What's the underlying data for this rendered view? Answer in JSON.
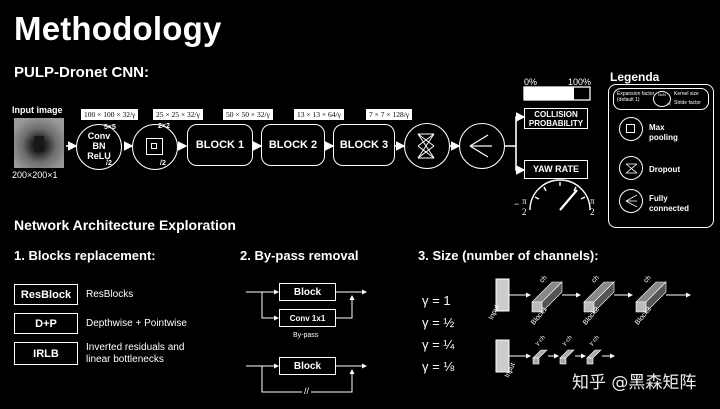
{
  "slide": {
    "title": "Methodology",
    "subtitle": "PULP-Dronet CNN:"
  },
  "pipeline": {
    "input_label": "Input image",
    "input_size": "200×200×1",
    "first_layer": {
      "kernel": "5×5",
      "ops": [
        "Conv",
        "BN",
        "ReLU"
      ],
      "stride": "/2"
    },
    "pool": {
      "kernel": "2×2",
      "stride": "/2"
    },
    "dims": [
      "100 × 100 × 32/γ",
      "25 × 25 × 32/γ",
      "50 × 50 × 32/γ",
      "13 × 13 × 64/γ",
      "7 × 7 × 128/γ"
    ],
    "blocks": [
      "BLOCK 1",
      "BLOCK 2",
      "BLOCK 3"
    ],
    "outputs": {
      "collision": "COLLISION PROBABILITY",
      "yaw": "YAW RATE"
    },
    "prob_scale": {
      "min": "0%",
      "max": "100%"
    },
    "yaw_scale": {
      "min_num": "π",
      "min_sign": "−",
      "den": "2",
      "max_num": "π"
    }
  },
  "legend": {
    "title": "Legenda",
    "conv_labels": {
      "expansion": "Expansion factor",
      "default": "(default 1)",
      "kernel": "Kernel size",
      "stride": "Stride factor",
      "nxn": "NxN",
      "s": "/S"
    },
    "items": [
      "Max pooling",
      "Dropout",
      "Fully connected"
    ]
  },
  "exploration": {
    "heading": "Network Architecture Exploration",
    "replacement": {
      "heading": "1. Blocks replacement:",
      "rows": [
        {
          "tag": "ResBlock",
          "desc": "ResBlocks"
        },
        {
          "tag": "D+P",
          "desc": "Depthwise + Pointwise"
        },
        {
          "tag": "IRLB",
          "desc": "Inverted residuals and linear bottlenecks"
        }
      ]
    },
    "bypass": {
      "heading": "2. By-pass removal",
      "block_label": "Block",
      "conv_label": "Conv 1x1",
      "bypass_label": "By-pass",
      "cut_label": "//"
    },
    "size": {
      "heading": "3. Size (number of channels):",
      "gammas": [
        "γ = 1",
        "γ = ½",
        "γ = ¼",
        "γ = ⅛"
      ],
      "input_label": "Input",
      "block_labels": [
        "Block1",
        "Block2",
        "Block3"
      ],
      "ch_label": "ch",
      "scaled_ch_label": "γ·ch"
    }
  },
  "watermark": "知乎 @黑森矩阵"
}
